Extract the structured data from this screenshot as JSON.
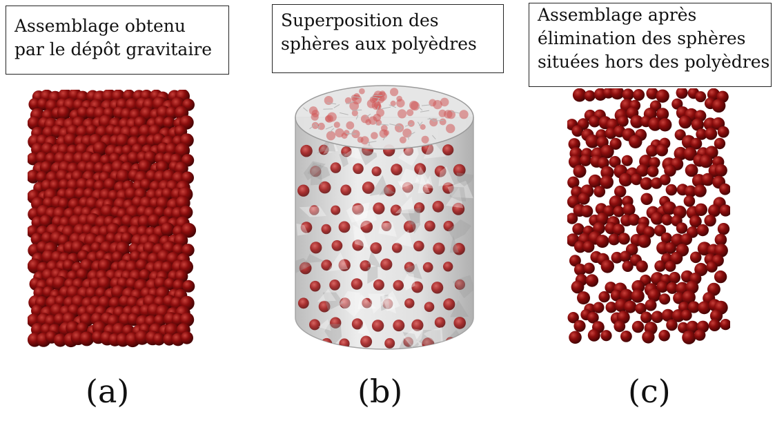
{
  "panels": [
    {
      "caption_lines": [
        "Assemblage obtenu",
        "par le dépôt gravitaire"
      ],
      "label": "(a)"
    },
    {
      "caption_lines": [
        "Superposition des",
        "sphères aux polyèdres"
      ],
      "label": "(b)"
    },
    {
      "caption_lines": [
        "Assemblage après",
        "élimination des sphères",
        "situées hors des polyèdres"
      ],
      "label": "(c)"
    }
  ],
  "colors": {
    "sphere": "#8b0d0d",
    "sphere_highlight": "#c23a3a",
    "sphere_shadow": "#4a0505",
    "cylinder": "#d9d9d9",
    "cylinder_edge": "#9a9a9a"
  },
  "content_description": {
    "panel_a": "dense packing of red spheres",
    "panel_b": "translucent grey cylinder of polyhedra with spheres inside",
    "panel_c": "sparser packing of red spheres"
  }
}
